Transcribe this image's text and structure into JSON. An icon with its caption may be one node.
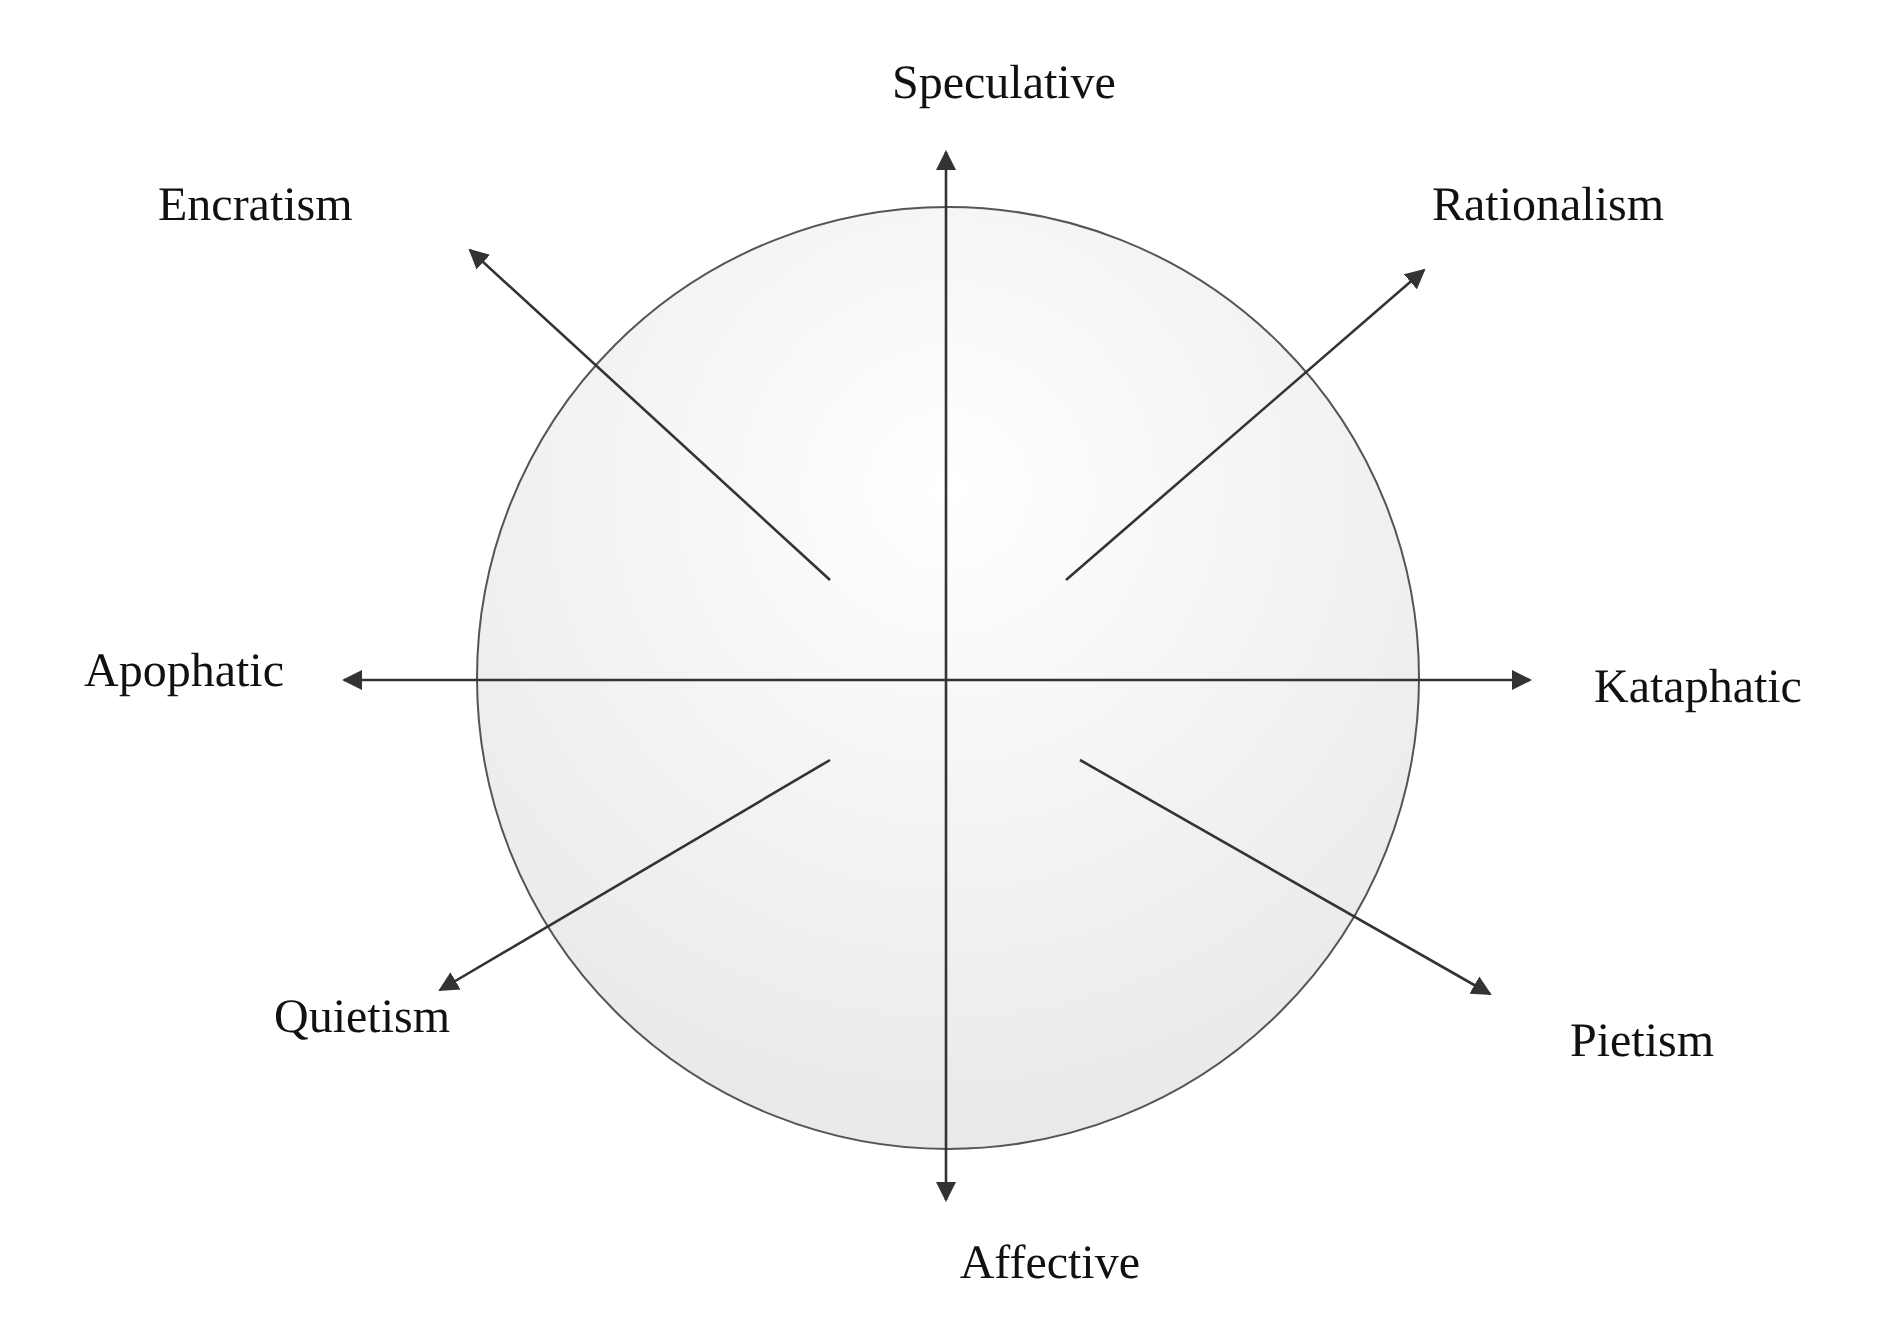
{
  "diagram": {
    "nodes": [
      {
        "text": [
          "Speculative"
        ]
      },
      {
        "text": [
          "Encratism"
        ]
      },
      {
        "text": [
          "Rationalism"
        ]
      },
      {
        "text": [
          "Apophatic"
        ]
      },
      {
        "text": [
          "Kataphatic"
        ]
      },
      {
        "text": [
          "Quietism"
        ]
      },
      {
        "text": [
          "Pietism"
        ]
      },
      {
        "text": [
          "Affective"
        ]
      }
    ],
    "edges": [
      {
        "from": 0,
        "to": 7,
        "arrow": "both"
      },
      {
        "from": 3,
        "to": 4,
        "arrow": "both"
      },
      {
        "from": null,
        "to": 1,
        "arrow": "to"
      },
      {
        "from": null,
        "to": 2,
        "arrow": "to"
      },
      {
        "from": null,
        "to": 5,
        "arrow": "to"
      },
      {
        "from": null,
        "to": 6,
        "arrow": "to"
      }
    ]
  }
}
